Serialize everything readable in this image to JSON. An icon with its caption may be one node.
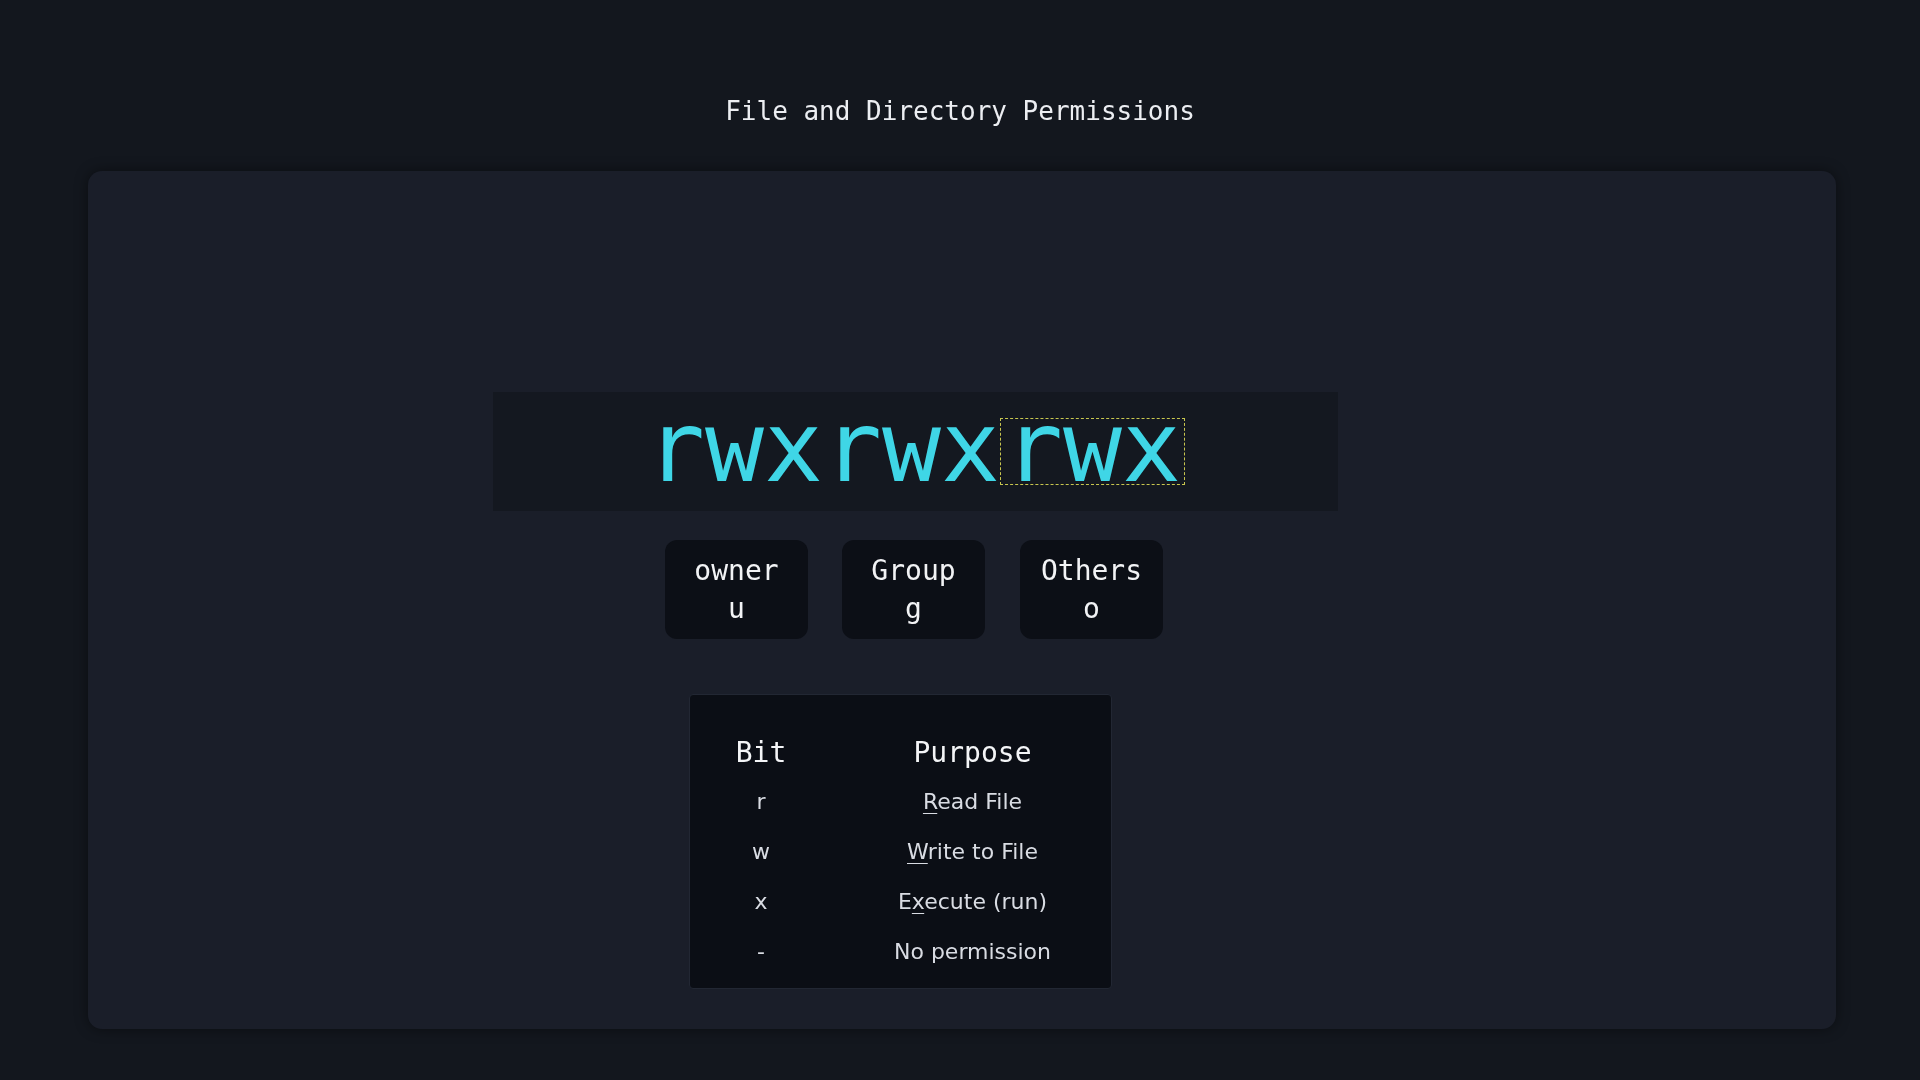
{
  "diagram": {
    "title": "File and Directory Permissions",
    "nodes": [
      {
        "text": [],
        "shape": "box"
      },
      {
        "text": [
          "rwxrwx"
        ],
        "in": 0
      },
      {
        "text": [
          "rwx"
        ],
        "in": 1
      },
      {
        "text": [
          "owner",
          "u"
        ],
        "in": 0
      },
      {
        "text": [
          "Group",
          "g"
        ],
        "in": 0
      },
      {
        "text": [
          "Others",
          "o"
        ],
        "in": 0
      },
      {
        "text": [
          "Bit",
          "Purpose",
          "r",
          "Read File",
          "w",
          "Write to File",
          "x",
          "Execute (run)",
          "-",
          "No permission"
        ],
        "in": 0
      }
    ]
  }
}
